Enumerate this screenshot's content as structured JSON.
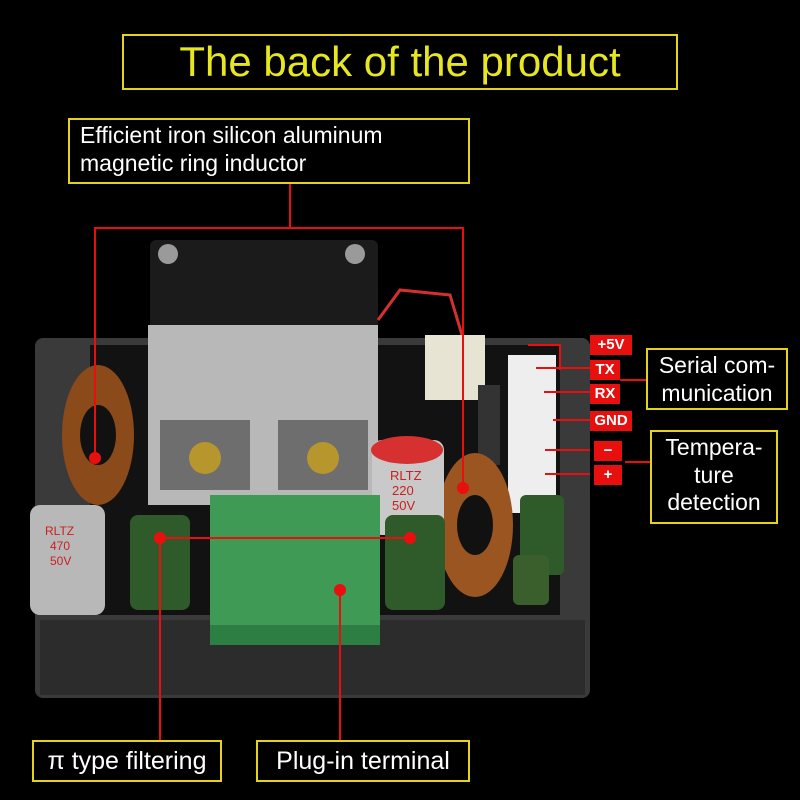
{
  "title": "The back of the product",
  "labels": {
    "inductor": [
      "Efficient iron silicon aluminum",
      "magnetic ring inductor"
    ],
    "serial": [
      "Serial com-",
      "munication"
    ],
    "temperature": [
      "Tempera-",
      "ture",
      "detection"
    ],
    "pi_filter": "π type filtering",
    "plug_terminal": "Plug-in terminal"
  },
  "pins": [
    "+5V",
    "TX",
    "RX",
    "GND",
    "−",
    "+"
  ],
  "component_markings": {
    "cap_left": [
      "RLTZ",
      "470",
      "50V"
    ],
    "cap_center": [
      "RLTZ",
      "220",
      "50V"
    ]
  },
  "colors": {
    "accent": "#e5d21a",
    "title": "#e6e621",
    "line": "#e80f0f"
  }
}
